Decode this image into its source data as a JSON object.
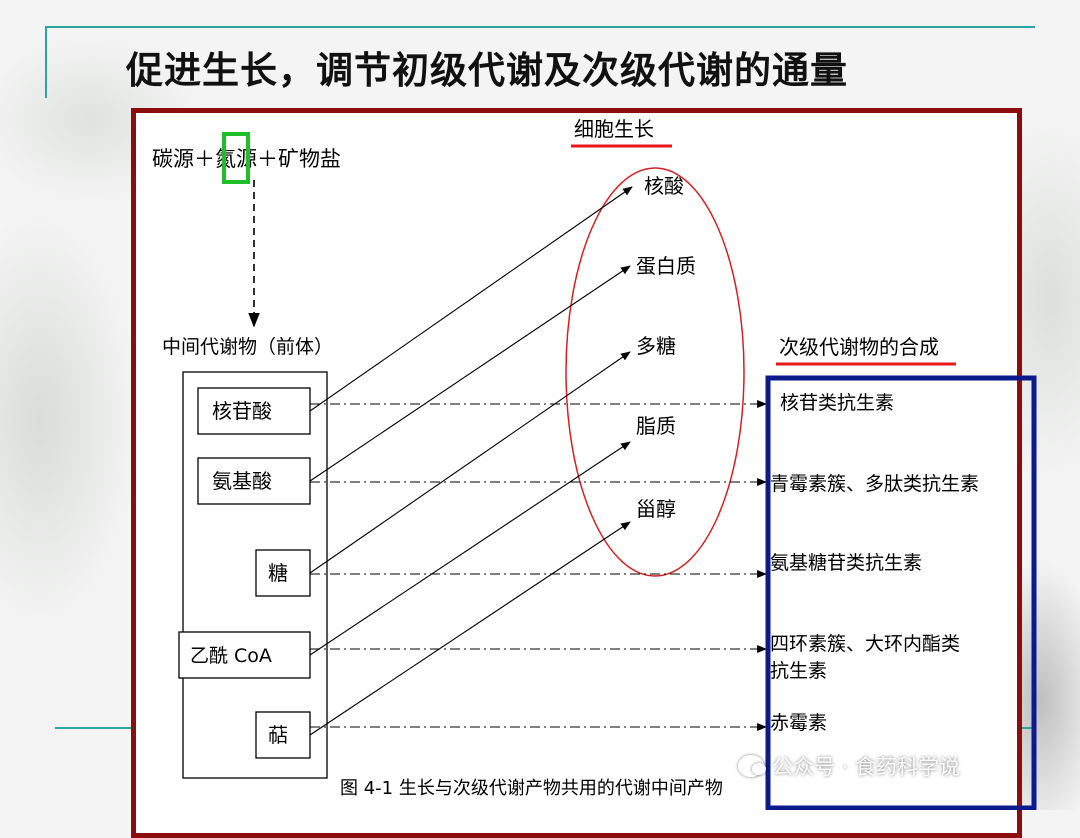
{
  "slide": {
    "title": "促进生长，调节初级代谢及次级代谢的通量"
  },
  "diagram": {
    "source_text": "碳源＋氮源＋矿物盐",
    "intermediate_label": "中间代谢物（前体）",
    "intermediates": [
      "核苷酸",
      "氨基酸",
      "糖",
      "乙酰 CoA",
      "萜"
    ],
    "growth_label": "细胞生长",
    "growth_products": [
      "核酸",
      "蛋白质",
      "多糖",
      "脂质",
      "甾醇"
    ],
    "secondary_label": "次级代谢物的合成",
    "secondary_products": [
      {
        "line1": "核苷类抗生素",
        "line2": ""
      },
      {
        "line1": "青霉素簇、多肽类抗生素",
        "line2": ""
      },
      {
        "line1": "氨基糖苷类抗生素",
        "line2": ""
      },
      {
        "line1": "四环素簇、大环内酯类",
        "line2": "抗生素"
      },
      {
        "line1": "赤霉素",
        "line2": ""
      }
    ],
    "caption": "图 4-1 生长与次级代谢产物共用的代谢中间产物",
    "colors": {
      "frame": "#8b0d0d",
      "highlight_green": "#1fbf2a",
      "underline_red": "#e81818",
      "ellipse_red": "#d62020",
      "box_blue": "#0d1a8c"
    }
  },
  "watermark": {
    "text": "公众号 · 食药科学说"
  }
}
